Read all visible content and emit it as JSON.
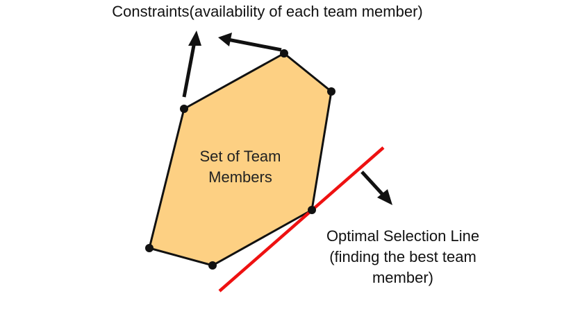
{
  "title": "Constraints(availability of each team member)",
  "region_label_line1": "Set of Team",
  "region_label_line2": "Members",
  "line_label_line1": "Optimal Selection Line",
  "line_label_line2": "(finding the best team",
  "line_label_line3": "member)",
  "colors": {
    "region_fill": "#fdd083",
    "region_stroke": "#111111",
    "optimal_line": "#ee1111",
    "arrow": "#111111",
    "vertex": "#111111"
  }
}
